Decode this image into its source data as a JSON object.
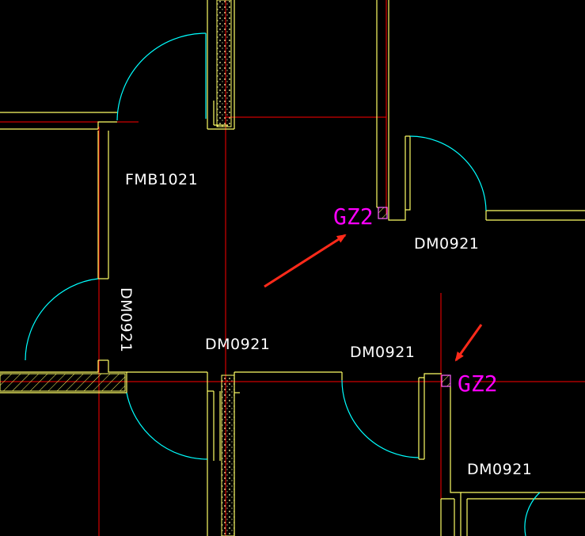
{
  "drawing": {
    "labels": {
      "fmb1021": "FMB1021",
      "dm_left_vertical": "DM0921",
      "dm_center": "DM0921",
      "dm_right_upper": "DM0921",
      "dm_lower_middle": "DM0921",
      "dm_lower_right": "DM0921"
    },
    "columns": {
      "gz_upper": "GZ2",
      "gz_lower": "GZ2"
    }
  },
  "colors": {
    "background": "#000000",
    "wall": "#ffff66",
    "door_arc": "#00ffff",
    "axis": "#ff0000",
    "column_text": "#ff00ff",
    "label": "#ffffff",
    "arrow": "#ff2a1a"
  }
}
